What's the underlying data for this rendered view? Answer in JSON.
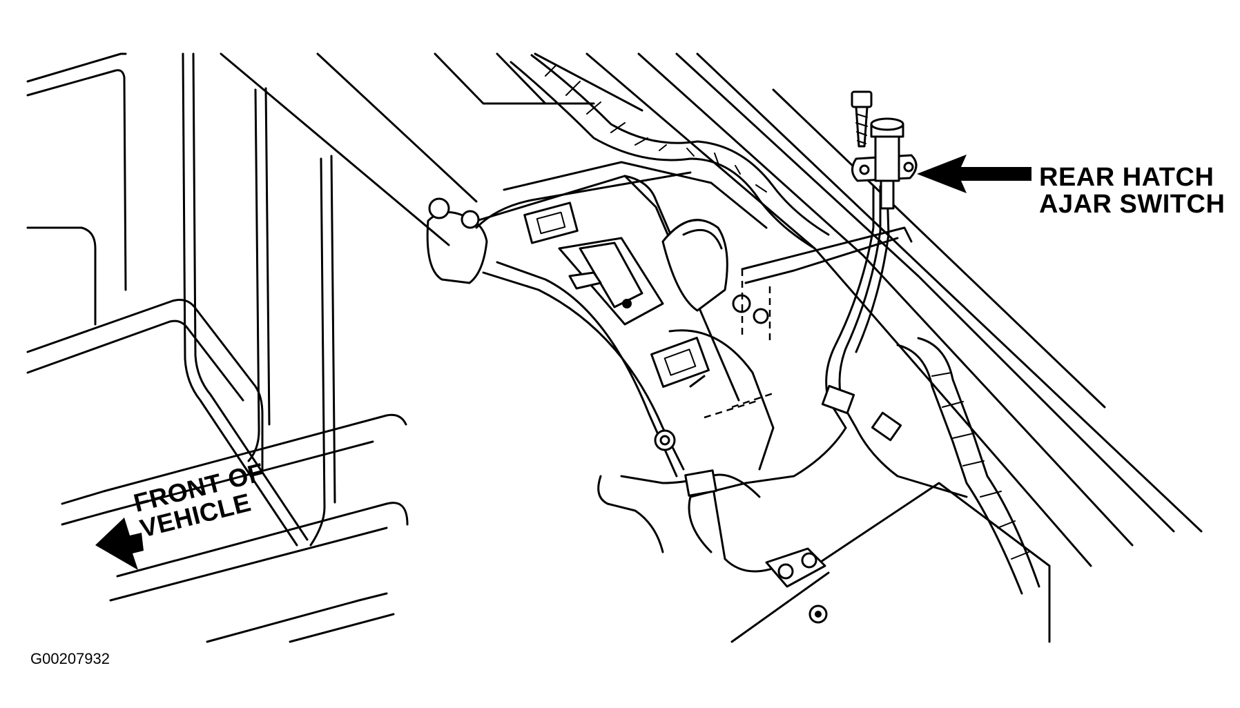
{
  "callouts": {
    "rear_hatch_switch": [
      "REAR HATCH",
      "AJAR SWITCH"
    ],
    "front_of_vehicle": [
      "FRONT OF",
      "VEHICLE"
    ]
  },
  "figure_code": "G00207932",
  "icons": {
    "callout_arrow": "right-to-left-leader-arrow",
    "direction_arrow": "left-pointing-solid-arrow"
  }
}
